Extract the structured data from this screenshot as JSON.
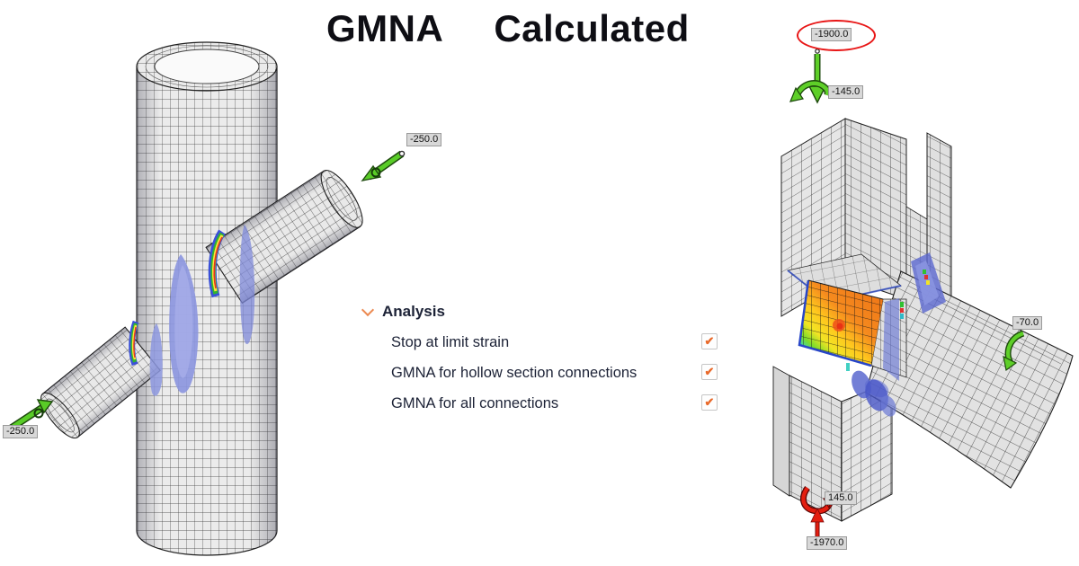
{
  "title": {
    "word1": "GMNA",
    "word2": "Calculated"
  },
  "analysis_panel": {
    "header": "Analysis",
    "checkmark_glyph": "✔",
    "items": [
      {
        "label": "Stop at limit strain",
        "checked": true
      },
      {
        "label": "GMNA for hollow section connections",
        "checked": true
      },
      {
        "label": "GMNA for all connections",
        "checked": true
      }
    ]
  },
  "left_model": {
    "load_labels": {
      "upper_brace_force": "-250.0",
      "lower_brace_force": "-250.0"
    }
  },
  "right_model": {
    "load_labels": {
      "top_axial_force": "-1900.0",
      "top_moment": "-145.0",
      "beam_moment": "-70.0",
      "bottom_moment": "145.0",
      "bottom_reaction": "-1970.0"
    }
  },
  "colors": {
    "applied_load_green": "#5ecf28",
    "reaction_red": "#e41e10",
    "highlight_ellipse": "#e81616",
    "checkbox_check": "#e96a2b",
    "section_chevron": "#ec8a52",
    "panel_text": "#1c2236",
    "strain_contour_blue": "#8c96de",
    "strain_contour_orange": "#f58a1e"
  }
}
